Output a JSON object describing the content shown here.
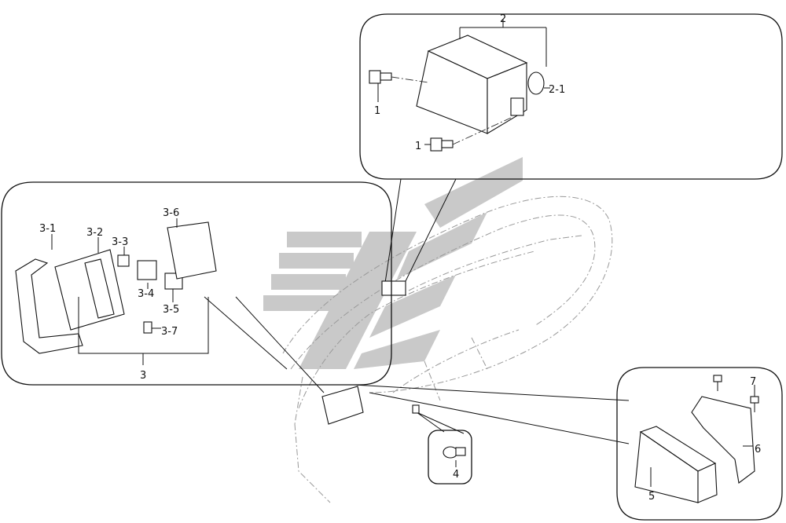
{
  "diagram": {
    "callouts": {
      "relay_unit": "2",
      "o_ring": "2-1",
      "bolt_upper": "1",
      "bolt_lower": "1",
      "fuse_box_assembly": "3",
      "clip": "3-1",
      "fuse_block": "3-2",
      "small_relay": "3-3",
      "relay": "3-4",
      "relay_b": "3-5",
      "label_sheet": "3-6",
      "fuse_puller": "3-7",
      "switch": "4",
      "control_unit": "5",
      "bracket": "6",
      "screw": "7"
    }
  }
}
